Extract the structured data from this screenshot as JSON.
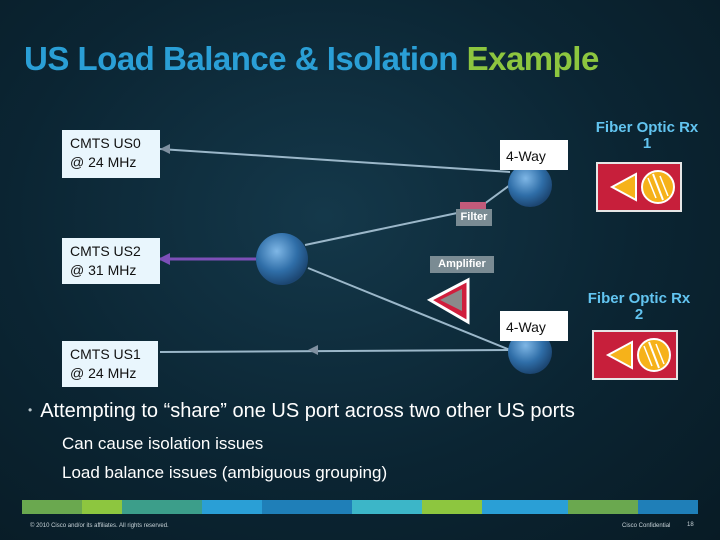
{
  "title": {
    "part1": "US Load Balance & Isolation",
    "part2": "Example"
  },
  "diagram": {
    "cmts_us0": {
      "line1": "CMTS US0",
      "line2": "@ 24 MHz"
    },
    "cmts_us2": {
      "line1": "CMTS US2",
      "line2": "@ 31 MHz"
    },
    "cmts_us1": {
      "line1": "CMTS US1",
      "line2": "@ 24 MHz"
    },
    "splitter_top": "4-Way",
    "splitter_bottom": "4-Way",
    "filter": "Filter",
    "amplifier": "Amplifier",
    "fiber_rx1": "Fiber Optic Rx 1",
    "fiber_rx2": "Fiber Optic Rx 2"
  },
  "content": {
    "bullet": "Attempting to “share” one US port across two other US ports",
    "subs": [
      "Can cause isolation issues",
      "Load balance issues (ambiguous grouping)"
    ]
  },
  "footer": {
    "copyright": "© 2010 Cisco and/or its affiliates. All rights reserved.",
    "confidential": "Cisco Confidential",
    "page_number": "18"
  },
  "colors": {
    "title_blue": "#2a9fd6",
    "title_green": "#8dc63f",
    "fiber_red": "#c71f3b",
    "fiber_label": "#62c4f0"
  }
}
